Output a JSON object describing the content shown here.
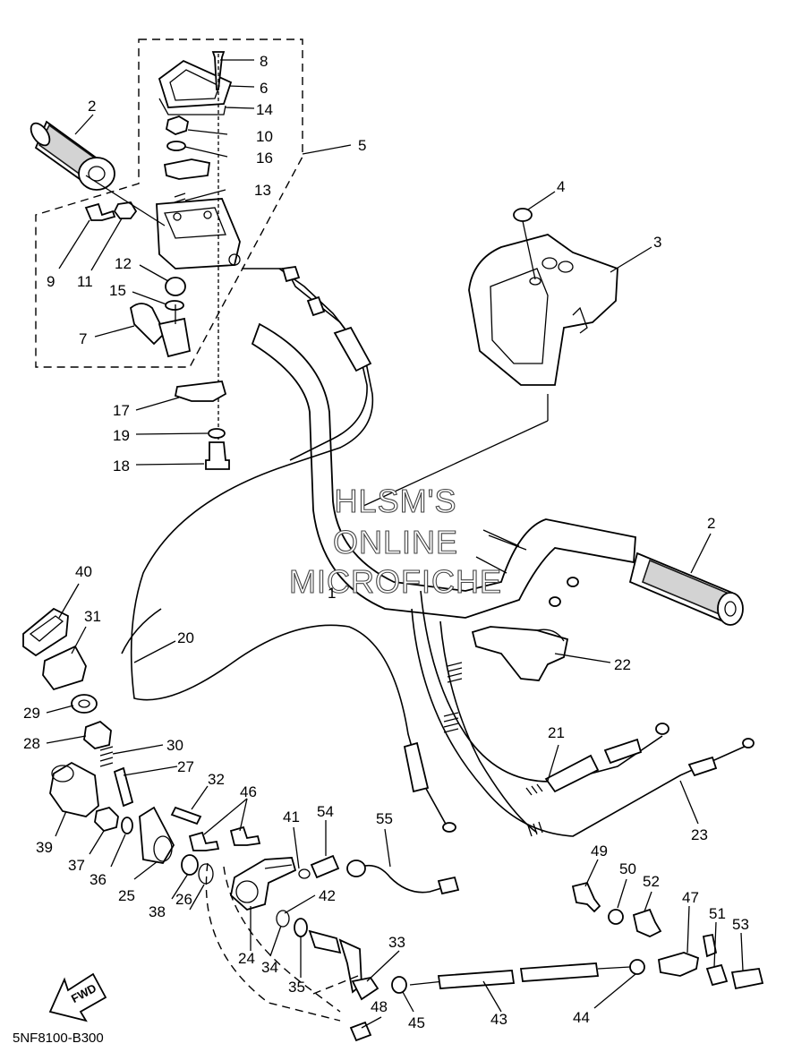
{
  "diagram_code": "5NF8100-B300",
  "watermark": [
    "HLSM'S",
    "ONLINE",
    "MICROFICHE"
  ],
  "direction_label": "FWD",
  "callouts": [
    "1",
    "2",
    "2",
    "3",
    "4",
    "5",
    "6",
    "7",
    "8",
    "9",
    "10",
    "11",
    "12",
    "13",
    "14",
    "15",
    "16",
    "17",
    "18",
    "19",
    "20",
    "21",
    "22",
    "23",
    "24",
    "25",
    "26",
    "27",
    "28",
    "29",
    "30",
    "31",
    "32",
    "33",
    "34",
    "35",
    "36",
    "37",
    "38",
    "39",
    "40",
    "41",
    "42",
    "43",
    "44",
    "45",
    "46",
    "47",
    "48",
    "49",
    "50",
    "51",
    "52",
    "53",
    "54",
    "55"
  ]
}
